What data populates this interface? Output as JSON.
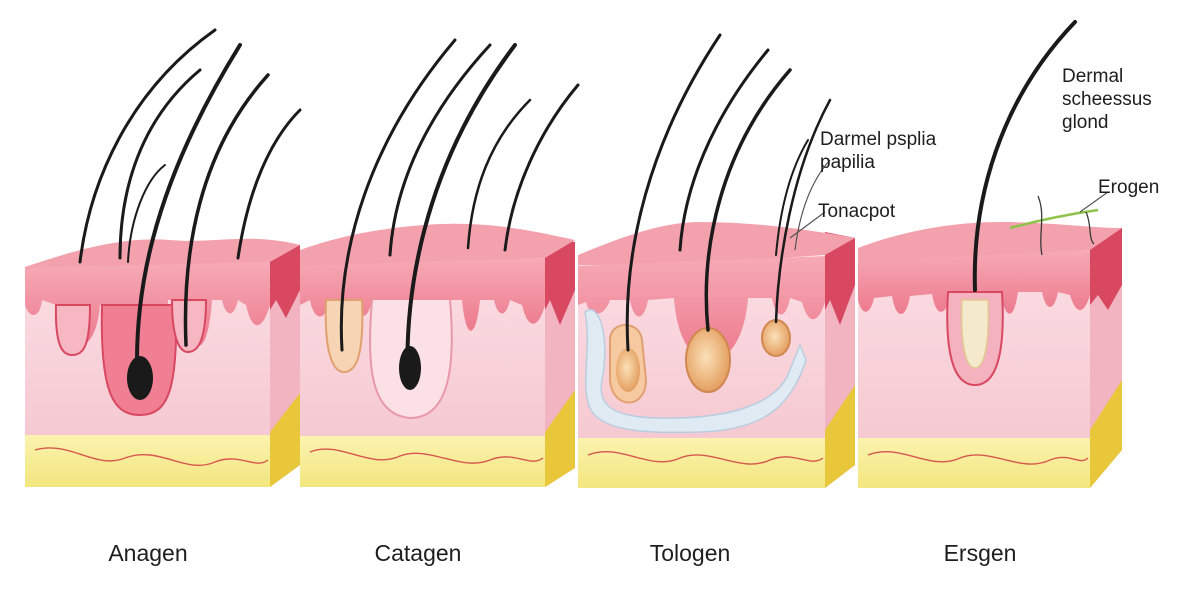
{
  "stages": [
    {
      "id": "stage-1",
      "label": "Anagen"
    },
    {
      "id": "stage-2",
      "label": "Catagen"
    },
    {
      "id": "stage-3",
      "label": "Tologen"
    },
    {
      "id": "stage-4",
      "label": "Ersgen"
    }
  ],
  "callouts": {
    "dermal_papilia": {
      "lines": [
        "Darmel psplia",
        "papilia"
      ]
    },
    "tonacpot": {
      "text": "Tonacpot"
    },
    "dermal_sebaceous": {
      "lines": [
        "Dermal",
        "scheessus",
        "glond"
      ]
    },
    "erogen": {
      "text": "Erogen"
    }
  },
  "colors": {
    "epidermis": "#f0889a",
    "epidermis_dark": "#d84861",
    "dermis": "#f9d3da",
    "dermis_side": "#f2b4c0",
    "fat": "#f5ed98",
    "fat_side": "#e8c73a",
    "vessel": "#d7584e",
    "hair": "#1a1a1a",
    "bulb": "#e8b07a",
    "sheath": "#cfe0ec",
    "label": "#1e1e1e"
  }
}
